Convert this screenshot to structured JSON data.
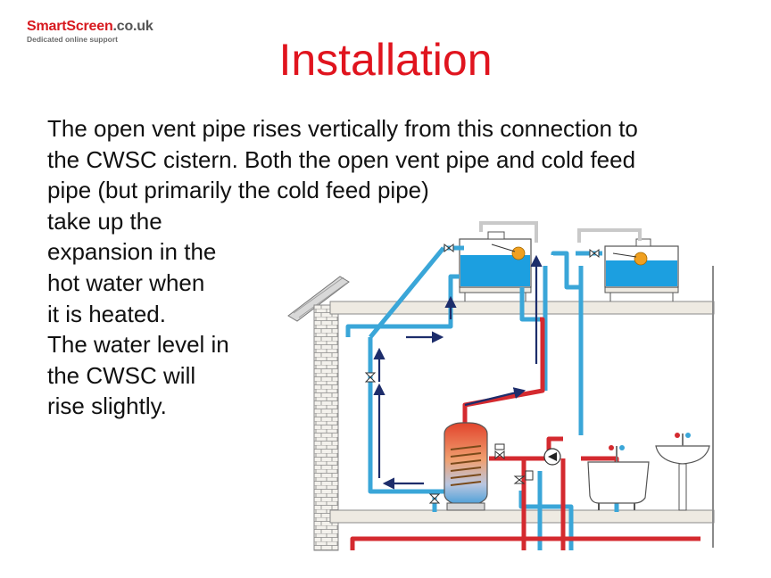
{
  "logo": {
    "brand": "SmartScreen",
    "tld": ".co.uk",
    "tagline": "Dedicated online support"
  },
  "slide": {
    "title": "Installation",
    "body_lines": [
      "The open vent pipe rises vertically from this connection to",
      "the CWSC cistern. Both the open vent pipe and cold feed",
      "pipe (but primarily the cold feed pipe)",
      "take up the",
      "expansion in the",
      "hot water when",
      "it is heated.",
      "The water level in",
      "the CWSC will",
      "rise slightly."
    ]
  },
  "colors": {
    "title": "#e0141e",
    "brand": "#d7191f",
    "cold_pipe": "#3aa6d8",
    "hot_pipe": "#d42a2f",
    "flow_arrow": "#1d2d6b",
    "tank_water": "#1c9fe0",
    "float_ball": "#f0a020"
  }
}
